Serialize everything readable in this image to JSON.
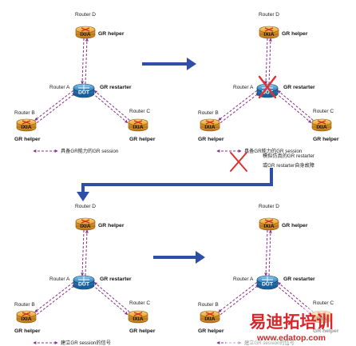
{
  "labels": {
    "router_a": "Router A",
    "router_b": "Router B",
    "router_c": "Router C",
    "router_d": "Router D",
    "gr_helper": "GR helper",
    "gr_restarter": "GR restarter",
    "ixia": "IXIA",
    "dut": "DUT"
  },
  "panels": [
    {
      "legend": "具备GR能力的GR session"
    },
    {
      "legend": "具备GR能力的GR session",
      "note_line1": "模拟仿真的GR restarter",
      "note_line2": "或GR restarter自身故障"
    },
    {
      "legend": "建立GR session的信号"
    },
    {
      "legend": "建立GR session的信号"
    }
  ],
  "watermark": {
    "title": "易迪拓培训",
    "url": "www.edatop.com"
  },
  "colors": {
    "link": "#8a2f8a",
    "router_blue": "#2a7fc0",
    "ixia_orange": "#e8a030",
    "arrow_blue": "#2e4ea8",
    "cross_red": "#e03030",
    "watermark_red": "#d8262c"
  }
}
